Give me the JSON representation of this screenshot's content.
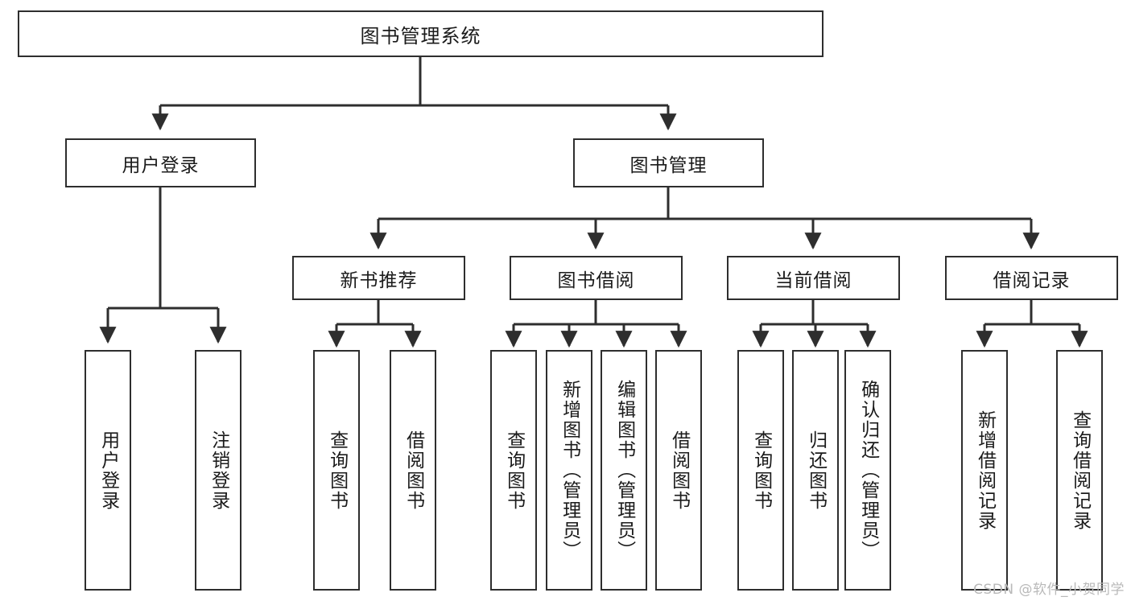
{
  "diagram": {
    "title_node": {
      "label": "图书管理系统"
    },
    "level2": [
      {
        "id": "user-login",
        "label": "用户登录"
      },
      {
        "id": "book-management",
        "label": "图书管理"
      }
    ],
    "level3": [
      {
        "id": "new-book-recommend",
        "label": "新书推荐"
      },
      {
        "id": "book-borrow",
        "label": "图书借阅"
      },
      {
        "id": "current-borrow",
        "label": "当前借阅"
      },
      {
        "id": "borrow-record",
        "label": "借阅记录"
      }
    ],
    "leaves": [
      {
        "id": "leaf-user-login",
        "label": "用户登录"
      },
      {
        "id": "leaf-logout-login",
        "label": "注销登录"
      },
      {
        "id": "leaf-query-book-1",
        "label": "查询图书"
      },
      {
        "id": "leaf-borrow-book-1",
        "label": "借阅图书"
      },
      {
        "id": "leaf-query-book-2",
        "label": "查询图书"
      },
      {
        "id": "leaf-add-book",
        "label": "新增图书（管理员）"
      },
      {
        "id": "leaf-edit-book",
        "label": "编辑图书（管理员）"
      },
      {
        "id": "leaf-borrow-book-2",
        "label": "借阅图书"
      },
      {
        "id": "leaf-query-book-3",
        "label": "查询图书"
      },
      {
        "id": "leaf-return-book",
        "label": "归还图书"
      },
      {
        "id": "leaf-confirm-return",
        "label": "确认归还（管理员）"
      },
      {
        "id": "leaf-add-record",
        "label": "新增借阅记录"
      },
      {
        "id": "leaf-query-record",
        "label": "查询借阅记录"
      }
    ],
    "watermark": "CSDN @软件_小贺同学",
    "colors": {
      "stroke": "#2e2e2e",
      "fill": "#ffffff",
      "text": "#1b1b1b",
      "watermark": "#b9b9b9"
    }
  }
}
